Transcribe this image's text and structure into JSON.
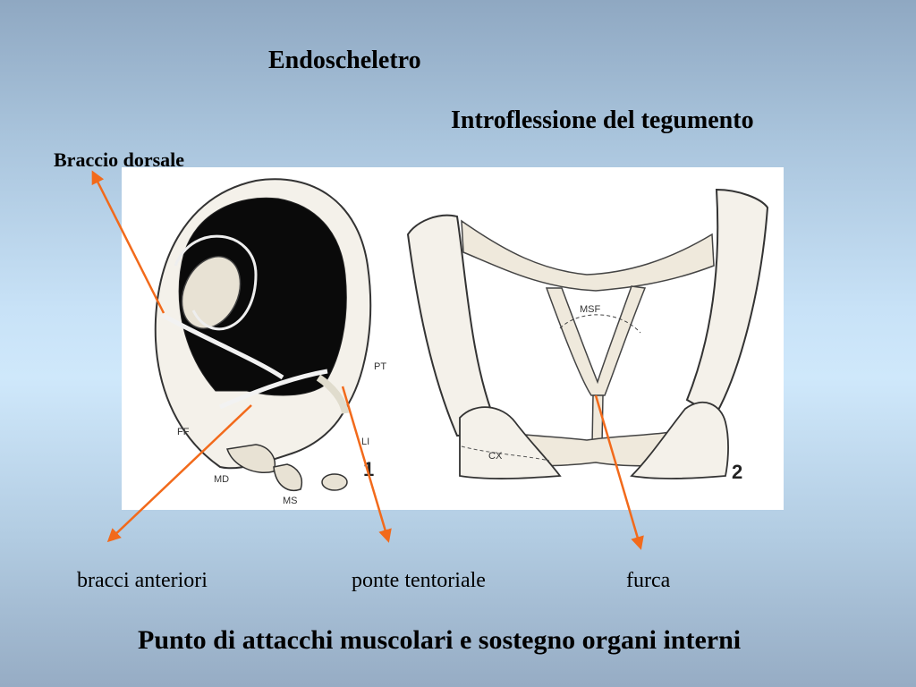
{
  "title": "Endoscheletro",
  "subtitle": "Introflessione del tegumento",
  "labels": {
    "braccio_dorsale": "Braccio dorsale",
    "bracci_anteriori": "bracci anteriori",
    "ponte_tentoriale": "ponte tentoriale",
    "furca": "furca"
  },
  "footer": "Punto di attacchi muscolari e sostegno organi interni",
  "figure_labels": {
    "pt": "PT",
    "ff": "FF",
    "li": "LI",
    "md": "MD",
    "ms": "MS",
    "one": "1",
    "msf": "MSF",
    "cx": "CX",
    "two": "2"
  },
  "colors": {
    "arrow": "#f26a1b",
    "figure_bg": "#ffffff"
  }
}
